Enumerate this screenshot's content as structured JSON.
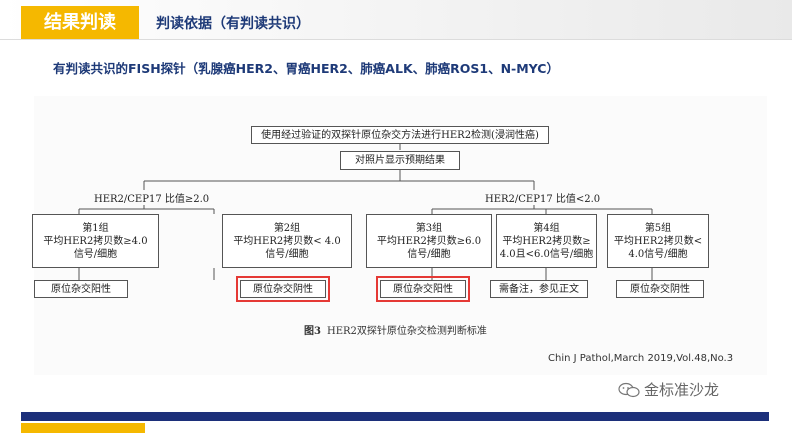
{
  "header": {
    "tab_title": "结果判读",
    "subtitle": "判读依据（有判读共识）"
  },
  "heading": "有判读共识的FISH探针（乳腺癌HER2、胃癌HER2、肺癌ALK、肺癌ROS1、N-MYC）",
  "flowchart": {
    "top": "使用经过验证的双探针原位杂交方法进行HER2检测(浸润性癌)",
    "second": "对照片显示预期结果",
    "branch_left": "HER2/CEP17 比值≥2.0",
    "branch_right": "HER2/CEP17 比值<2.0",
    "groups": [
      {
        "title": "第1组",
        "l1": "平均HER2拷贝数≥4.0",
        "l2": "信号/细胞",
        "result": "原位杂交阳性",
        "highlight": false
      },
      {
        "title": "第2组",
        "l1": "平均HER2拷贝数< 4.0",
        "l2": "信号/细胞",
        "result": "原位杂交阴性",
        "highlight": true
      },
      {
        "title": "第3组",
        "l1": "平均HER2拷贝数≥6.0",
        "l2": "信号/细胞",
        "result": "原位杂交阳性",
        "highlight": true
      },
      {
        "title": "第4组",
        "l1": "平均HER2拷贝数≥",
        "l2": "4.0且<6.0信号/细胞",
        "result": "需备注，参见正文",
        "highlight": false
      },
      {
        "title": "第5组",
        "l1": "平均HER2拷贝数<",
        "l2": "4.0信号/细胞",
        "result": "原位杂交阴性",
        "highlight": false
      }
    ]
  },
  "caption": {
    "label": "图3",
    "text": "HER2双探针原位杂交检测判断标准"
  },
  "citation": "Chin J Pathol,March 2019,Vol.48,No.3",
  "watermark": "金标准沙龙",
  "colors": {
    "accent_yellow": "#f5b800",
    "navy": "#1c2f7a",
    "highlight_red": "#e53935"
  }
}
